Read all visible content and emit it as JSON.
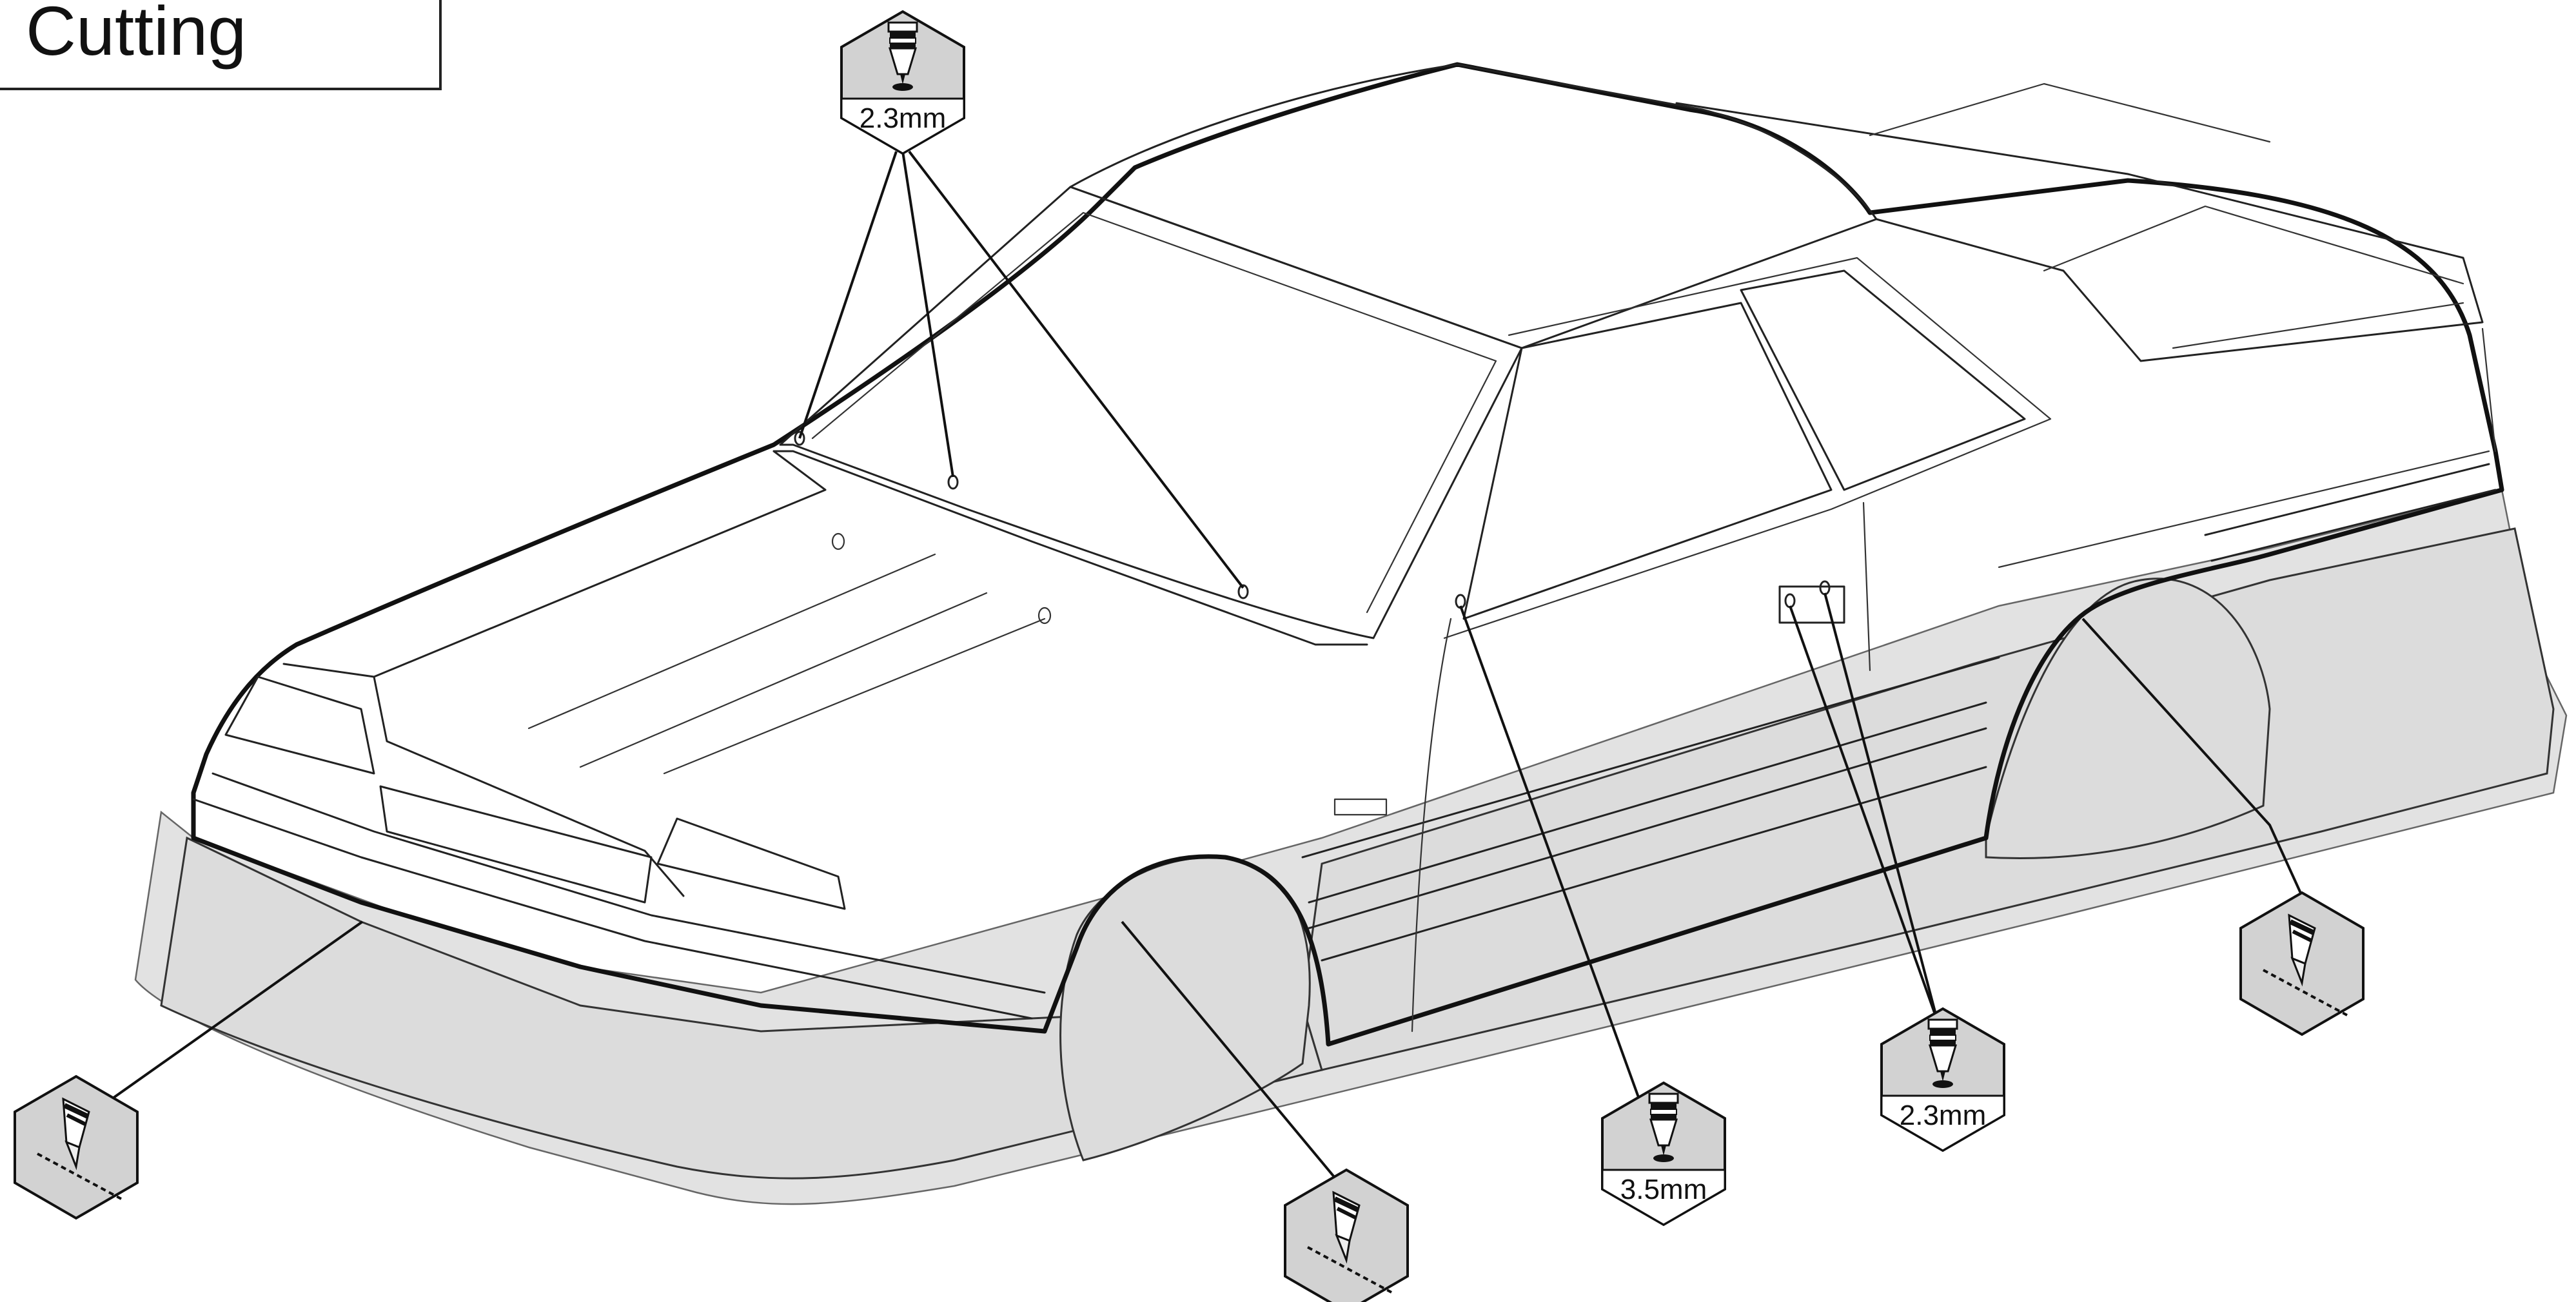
{
  "title": "Cutting",
  "callouts": [
    {
      "id": "roof-holes",
      "tool": "drill-bit-icon",
      "size": "2.3mm"
    },
    {
      "id": "pillar-hole",
      "tool": "drill-bit-icon",
      "size": "3.5mm"
    },
    {
      "id": "door-holes",
      "tool": "drill-bit-icon",
      "size": "2.3mm"
    },
    {
      "id": "front-bumper-trim",
      "tool": "hobby-knife-icon",
      "size": ""
    },
    {
      "id": "front-wheel-arch",
      "tool": "hobby-knife-icon",
      "size": ""
    },
    {
      "id": "rear-wheel-arch",
      "tool": "hobby-knife-icon",
      "size": ""
    }
  ],
  "colors": {
    "outline": "#111111",
    "cut-area": "#dcdcdc",
    "hex-fill": "#d2d2d2",
    "background": "#ffffff"
  }
}
